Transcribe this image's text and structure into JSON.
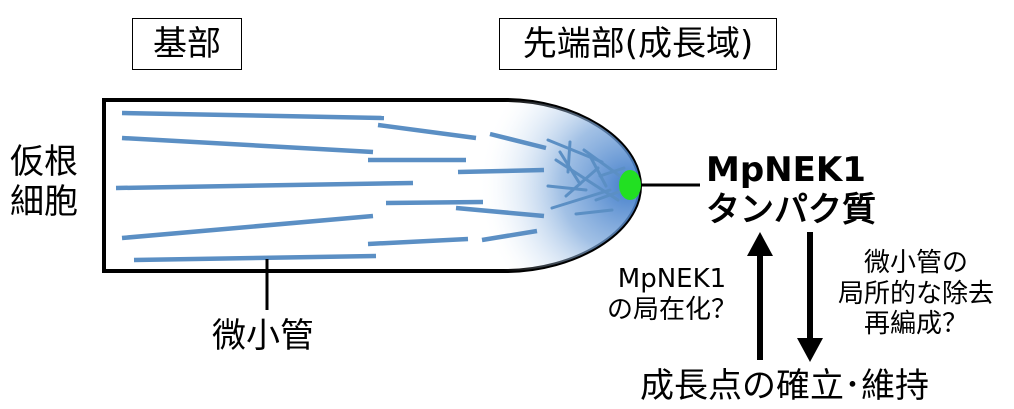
{
  "labels": {
    "base": "基部",
    "tip": "先端部(成長域)",
    "cell_line1": "仮根",
    "cell_line2": "細胞",
    "microtubule": "微小管",
    "protein_line1": "MpNEK1",
    "protein_line2": "タンパク質",
    "localization_line1": "MpNEK1",
    "localization_line2": "の局在化？",
    "removal_line1": "微小管の",
    "removal_line2": "局所的な除去",
    "removal_line3": "再編成？",
    "growth_point": "成長点の確立･維持"
  },
  "colors": {
    "microtubule": "#5b8fc4",
    "tip_gradient": "#3a78c8",
    "protein_dot": "#22e022",
    "outline": "#000000"
  }
}
